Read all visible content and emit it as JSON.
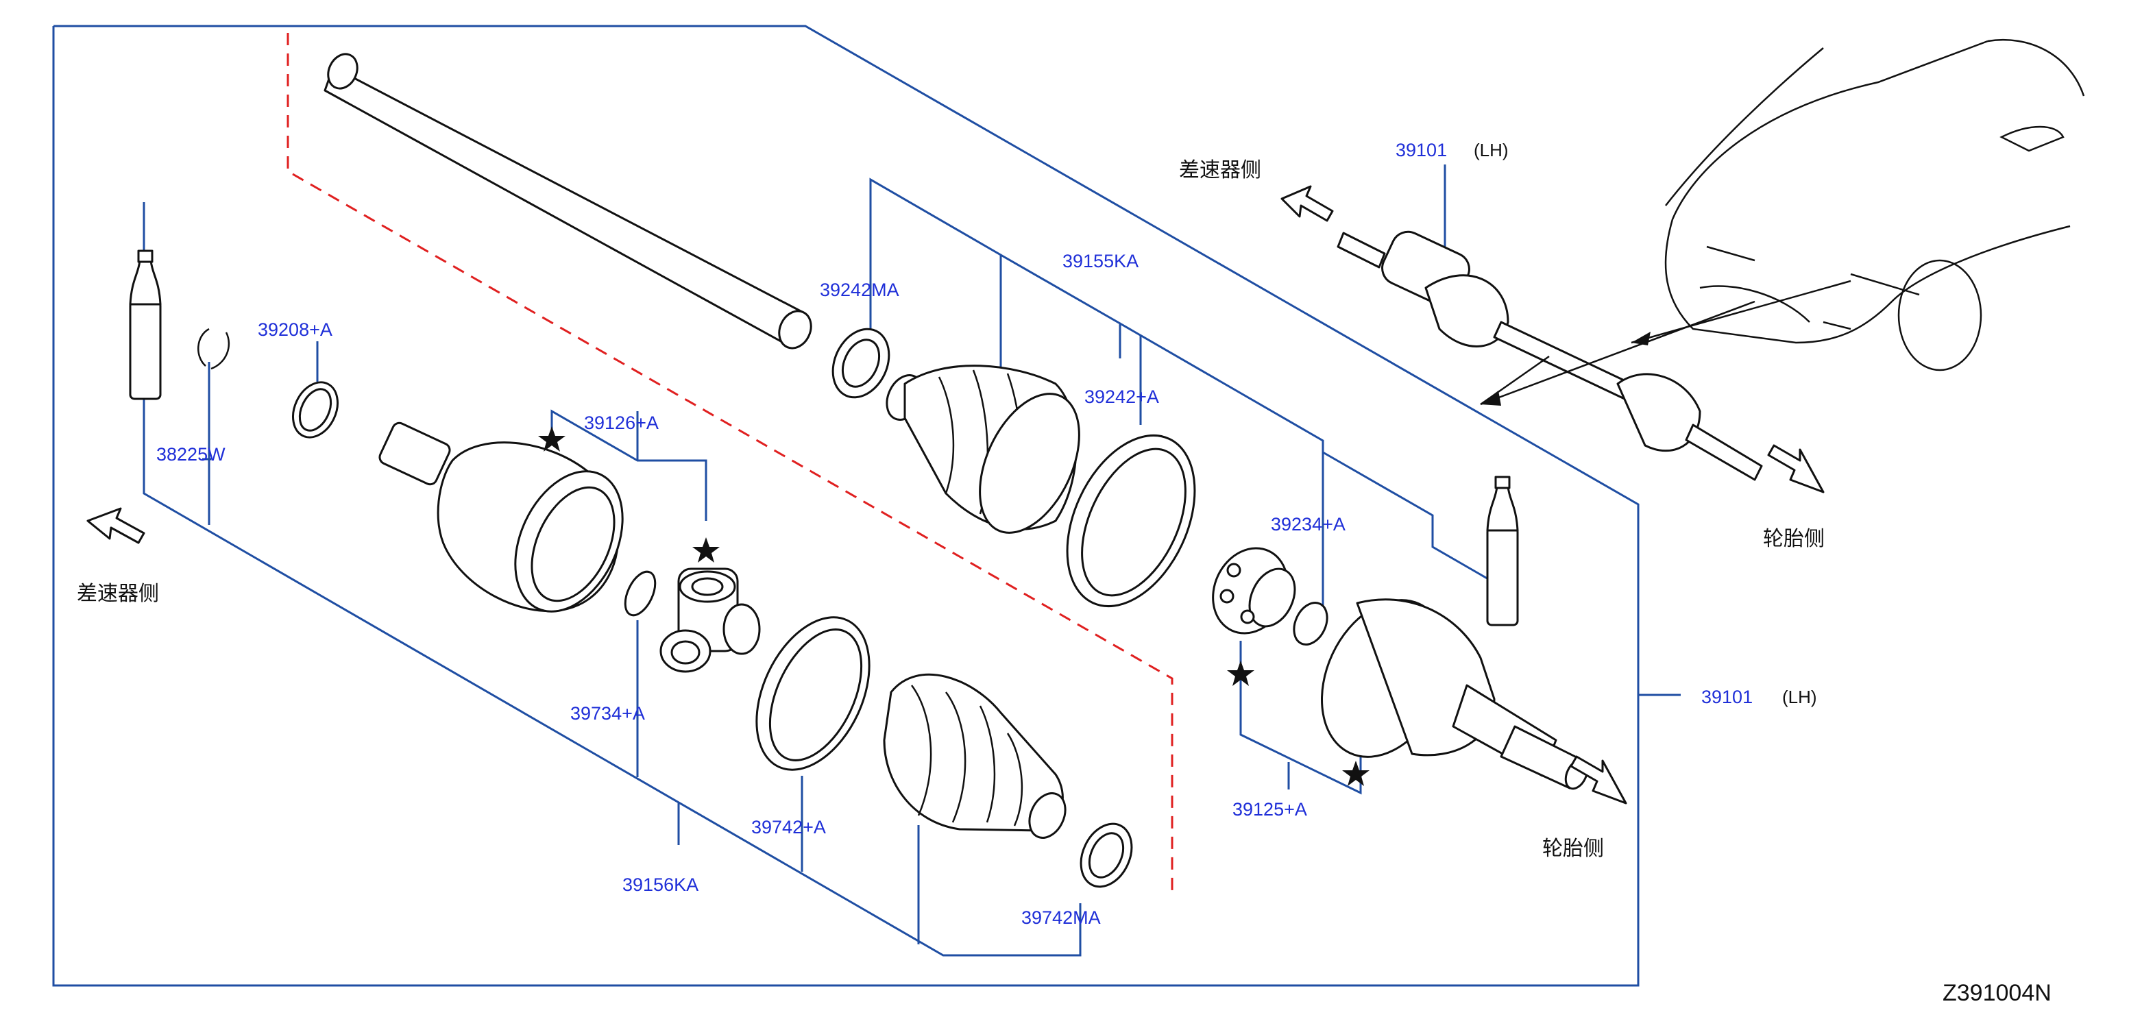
{
  "labels": {
    "p38225W": "38225W",
    "p39208A": "39208+A",
    "p39126A": "39126+A",
    "p39734A": "39734+A",
    "p39156KA": "39156KA",
    "p39742A": "39742+A",
    "p39742MA": "39742MA",
    "p39242MA": "39242MA",
    "p39155KA": "39155KA",
    "p39242A": "39242+A",
    "p39234A": "39234+A",
    "p39125A": "39125+A",
    "p39101_main": "39101",
    "p39101_inset": "39101"
  },
  "side_labels": {
    "differential_side": "差速器侧",
    "tire_side": "轮胎侧"
  },
  "lh_label": "(LH)",
  "figure_code": "Z391004N",
  "colors": {
    "leader_line": "#1f4ea3",
    "part_number_text": "#1f2fd8",
    "section_dash": "#e02020",
    "outline": "#111111"
  },
  "icons": [
    "star-icon",
    "arrow-icon"
  ]
}
